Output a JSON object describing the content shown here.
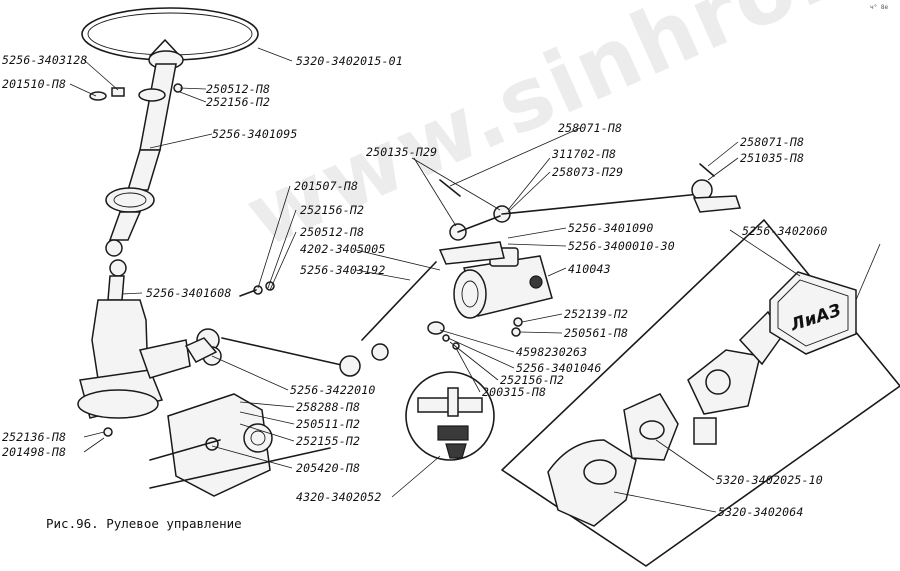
{
  "caption": "Рис.96. Рулевое управление",
  "watermark": "www.sinhron-too.kz",
  "corner_note": "ч° 8е",
  "badge_text": "ЛиАЗ",
  "labels": {
    "l01": "5256-3403128",
    "l02": "201510-П8",
    "l03": "250512-П8",
    "l04": "252156-П2",
    "l05": "5320-3402015-01",
    "l06": "5256-3401095",
    "l07": "258071-П8",
    "l08": "250135-П29",
    "l09": "311702-П8",
    "l10": "258073-П29",
    "l11": "258071-П8",
    "l12": "251035-П8",
    "l13": "201507-П8",
    "l14": "252156-П2",
    "l15": "250512-П8",
    "l16": "4202-3405005",
    "l17": "5256-3403192",
    "l18": "5256-3401090",
    "l19": "5256-3400010-30",
    "l20": "410043",
    "l21": "5256-3402060",
    "l22": "5256-3401608",
    "l23": "252139-П2",
    "l24": "250561-П8",
    "l25": "4598230263",
    "l26": "5256-3401046",
    "l27": "252156-П2",
    "l28": "200315-П8",
    "l29": "5256-3422010",
    "l30": "258288-П8",
    "l31": "250511-П2",
    "l32": "252155-П2",
    "l33": "252136-П8",
    "l34": "201498-П8",
    "l35": "205420-П8",
    "l36": "4320-3402052",
    "l37": "5320-3402025-10",
    "l38": "5320-3402064"
  }
}
